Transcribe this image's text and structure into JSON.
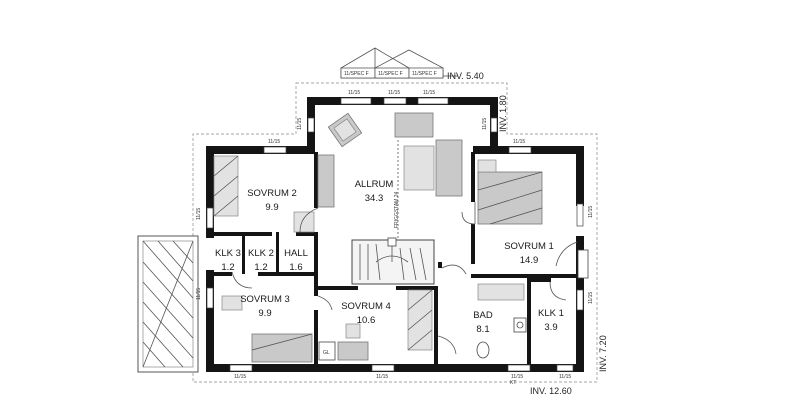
{
  "rooms": {
    "allrum": {
      "name": "ALLRUM",
      "area": "34.3"
    },
    "sovrum1": {
      "name": "SOVRUM 1",
      "area": "14.9"
    },
    "sovrum2": {
      "name": "SOVRUM 2",
      "area": "9.9"
    },
    "sovrum3": {
      "name": "SOVRUM 3",
      "area": "9.9"
    },
    "sovrum4": {
      "name": "SOVRUM 4",
      "area": "10.6"
    },
    "klk1": {
      "name": "KLK 1",
      "area": "3.9"
    },
    "klk2": {
      "name": "KLK 2",
      "area": "1.2"
    },
    "klk3": {
      "name": "KLK 3",
      "area": "1.2"
    },
    "hall": {
      "name": "HALL",
      "area": "1.6"
    },
    "bad": {
      "name": "BAD",
      "area": "8.1"
    }
  },
  "annotations": {
    "inv_top": "INV. 5.40",
    "inv_right_top": "INV. 1.80",
    "inv_right_bottom": "INV. 7.20",
    "inv_bottom": "INV. 12.60",
    "window_code": "11/15",
    "roof_window_code": "11/SPEC F",
    "gl": "GL",
    "kt": "KT",
    "stair_note": "FRIGGSTAM 24"
  }
}
